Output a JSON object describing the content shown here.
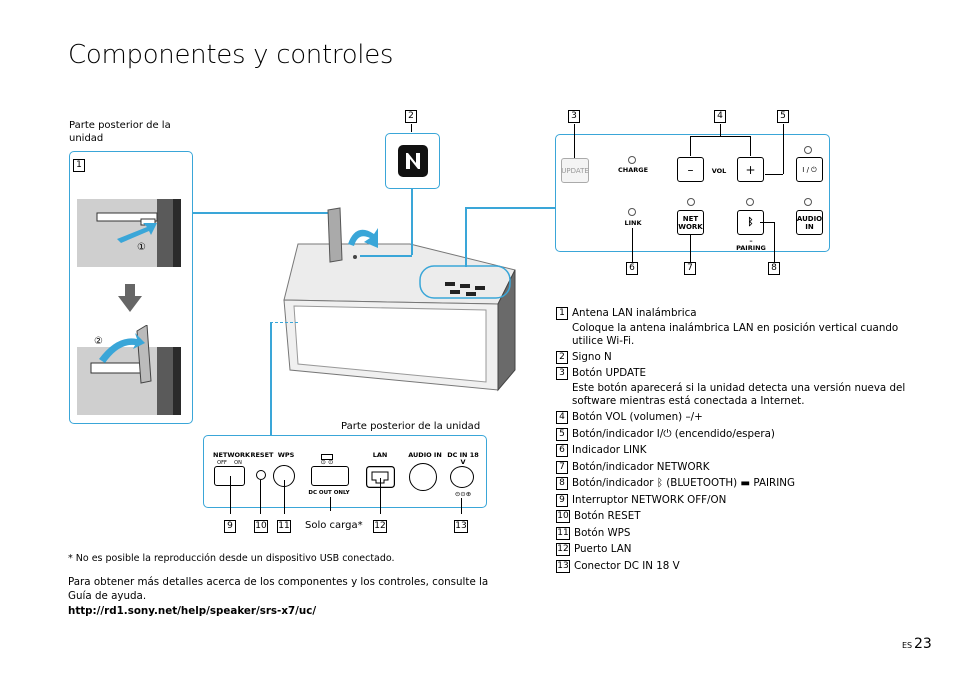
{
  "page": {
    "title": "Componentes y controles",
    "page_lang": "ES",
    "page_number": "23"
  },
  "figure": {
    "back_label_left": "Parte posterior de la unidad",
    "back_label_bottom": "Parte posterior de la unidad",
    "solo_carga": "Solo carga*",
    "step1": "①",
    "step2": "②",
    "callouts": [
      "1",
      "2",
      "3",
      "4",
      "5",
      "6",
      "7",
      "8",
      "9",
      "10",
      "11",
      "12",
      "13"
    ],
    "panel": {
      "update": "UPDATE",
      "charge": "CHARGE",
      "minus": "–",
      "plus": "+",
      "vol": "VOL",
      "power": "I / ⏻",
      "link": "LINK",
      "network": "NET\nWORK",
      "bt_icon": "ᛒ",
      "pairing": "– PAIRING",
      "audio_in": "AUDIO\nIN"
    },
    "rear": {
      "network": "NETWORK",
      "off": "OFF",
      "on": "ON",
      "reset": "RESET",
      "wps": "WPS",
      "dc_out": "DC OUT ONLY",
      "lan": "LAN",
      "audio_in": "AUDIO IN",
      "dc_in": "DC IN 18 V"
    }
  },
  "legend": [
    {
      "n": "1",
      "head": "Antena LAN inalámbrica",
      "desc": "Coloque la antena inalámbrica LAN en posición vertical cuando utilice Wi-Fi."
    },
    {
      "n": "2",
      "head": "Signo N",
      "desc": ""
    },
    {
      "n": "3",
      "head": "Botón UPDATE",
      "desc": "Este botón aparecerá si la unidad detecta una versión nueva del software mientras está conectada a Internet."
    },
    {
      "n": "4",
      "head": "Botón VOL (volumen) –/+",
      "desc": ""
    },
    {
      "n": "5",
      "head": "Botón/indicador I/⏻ (encendido/espera)",
      "desc": ""
    },
    {
      "n": "6",
      "head": "Indicador LINK",
      "desc": ""
    },
    {
      "n": "7",
      "head": "Botón/indicador NETWORK",
      "desc": ""
    },
    {
      "n": "8",
      "head": "Botón/indicador ᛒ (BLUETOOTH) ▬ PAIRING",
      "desc": ""
    },
    {
      "n": "9",
      "head": "Interruptor NETWORK OFF/ON",
      "desc": ""
    },
    {
      "n": "10",
      "head": "Botón RESET",
      "desc": ""
    },
    {
      "n": "11",
      "head": "Botón WPS",
      "desc": ""
    },
    {
      "n": "12",
      "head": "Puerto LAN",
      "desc": ""
    },
    {
      "n": "13",
      "head": "Conector DC IN 18 V",
      "desc": ""
    }
  ],
  "footer": {
    "note": "*  No es posible la reproducción desde un dispositivo USB conectado.",
    "more_info": "Para obtener más detalles acerca de los componentes y los controles, consulte la Guía de ayuda.",
    "url": "http://rd1.sony.net/help/speaker/srs-x7/uc/"
  },
  "colors": {
    "accent": "#3aa6d8",
    "panel_gray": "#e6e6e6"
  }
}
